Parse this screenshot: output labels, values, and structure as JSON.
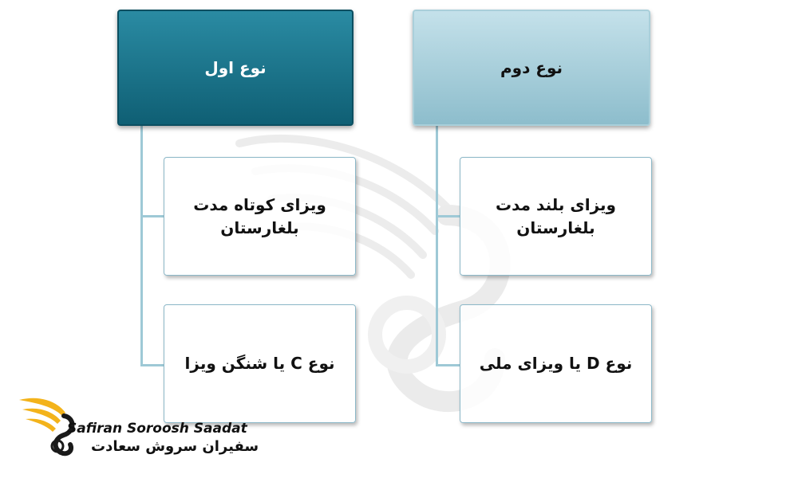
{
  "types": [
    {
      "title": "نوع اول",
      "items": [
        "ویزای کوتاه مدت بلغارستان",
        "نوع C یا شنگن ویزا"
      ]
    },
    {
      "title": "نوع دوم",
      "items": [
        "ویزای بلند مدت بلغارستان",
        "نوع D یا ویزای ملی"
      ]
    }
  ],
  "logo": {
    "name_en": "Safiran Soroosh Saadat",
    "name_fa": "سفیران سروش سعادت"
  },
  "colors": {
    "header_dark": "#17748c",
    "header_light": "#b3d6e1",
    "connector": "#9ec9d6",
    "logo_gold": "#f3b31b"
  }
}
